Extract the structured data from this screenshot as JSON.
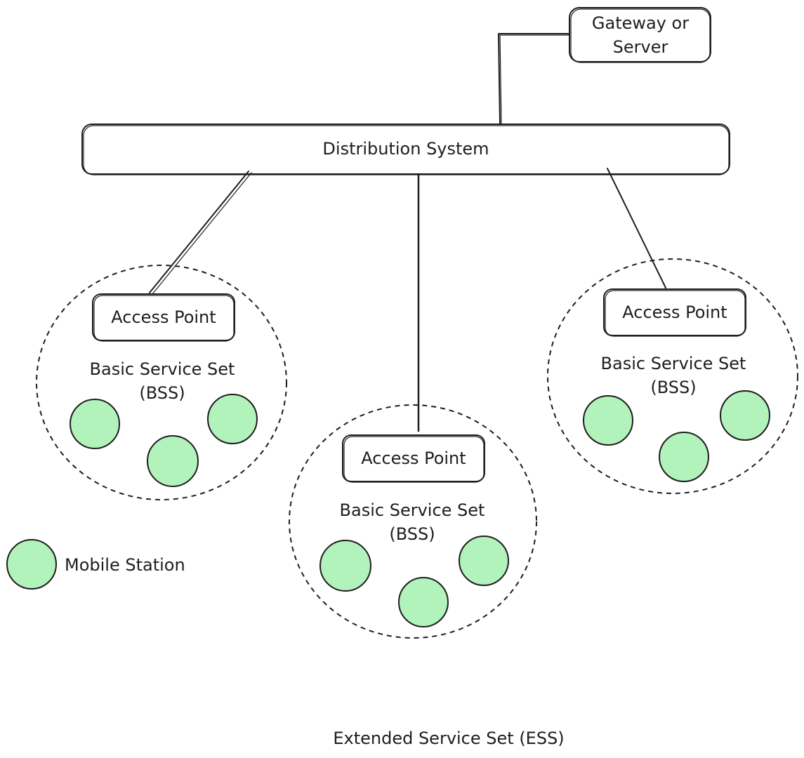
{
  "gateway": {
    "line1": "Gateway or",
    "line2": "Server"
  },
  "distribution_system": {
    "label": "Distribution System"
  },
  "bss_groups": [
    {
      "access_point": "Access Point",
      "bss_line1": "Basic Service Set",
      "bss_line2": "(BSS)"
    },
    {
      "access_point": "Access Point",
      "bss_line1": "Basic Service Set",
      "bss_line2": "(BSS)"
    },
    {
      "access_point": "Access Point",
      "bss_line1": "Basic Service Set",
      "bss_line2": "(BSS)"
    }
  ],
  "legend": {
    "mobile_station": "Mobile Station"
  },
  "footer": {
    "ess_label": "Extended Service Set (ESS)"
  },
  "colors": {
    "station_fill": "#b2f2bb",
    "stroke": "#1e1e1e",
    "background": "#ffffff"
  }
}
